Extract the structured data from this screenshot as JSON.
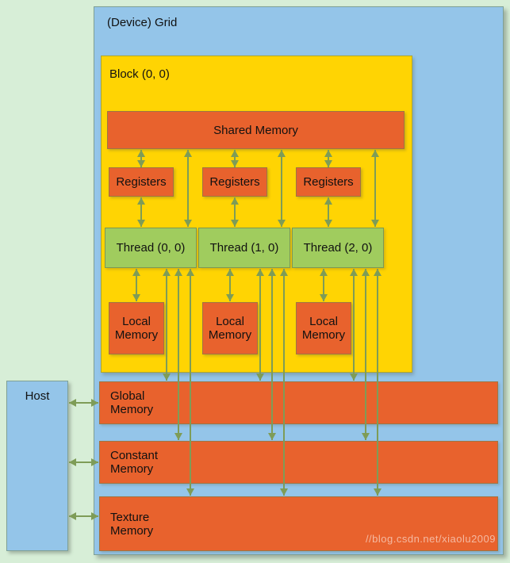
{
  "device": {
    "label": "(Device) Grid"
  },
  "block": {
    "label": "Block (0, 0)"
  },
  "shared_memory": {
    "label": "Shared Memory"
  },
  "columns": [
    {
      "registers_label": "Registers",
      "thread_label": "Thread (0, 0)",
      "local_label": "Local\nMemory"
    },
    {
      "registers_label": "Registers",
      "thread_label": "Thread (1, 0)",
      "local_label": "Local\nMemory"
    },
    {
      "registers_label": "Registers",
      "thread_label": "Thread (2, 0)",
      "local_label": "Local\nMemory"
    }
  ],
  "host": {
    "label": "Host"
  },
  "memories": [
    {
      "label": "Global\nMemory"
    },
    {
      "label": "Constant\nMemory"
    },
    {
      "label": "Texture\nMemory"
    }
  ],
  "watermark": "//blog.csdn.net/xiaolu2009",
  "colors": {
    "bg": "#d7eed7",
    "panel-blue": "#94c5e9",
    "block-yellow": "#ffd403",
    "mem-orange": "#e8622d",
    "thread-green": "#a0cc5e",
    "line-olive": "#7e9c57",
    "text": "#111111"
  }
}
